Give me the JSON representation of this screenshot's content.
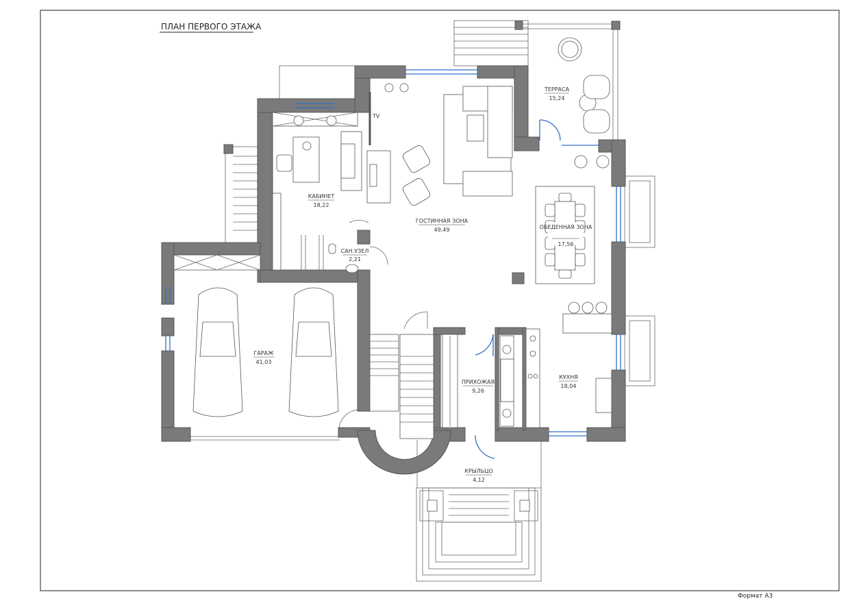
{
  "sheet": {
    "title": "ПЛАН ПЕРВОГО ЭТАЖА",
    "format": "Формат А3"
  },
  "rooms": [
    {
      "id": "terrace",
      "name": "ТЕРРАСА",
      "area": "15,24"
    },
    {
      "id": "office",
      "name": "КАБИНЕТ",
      "area": "18,22"
    },
    {
      "id": "living",
      "name": "ГОСТИННАЯ ЗОНА",
      "area": "49,49"
    },
    {
      "id": "dining",
      "name": "ОБЕДЕННАЯ ЗОНА",
      "area": "17,56"
    },
    {
      "id": "bathroom",
      "name": "САН.УЗЕЛ",
      "area": "2,21"
    },
    {
      "id": "garage",
      "name": "ГАРАЖ",
      "area": "41,03"
    },
    {
      "id": "hall",
      "name": "ПРИХОЖАЯ",
      "area": "9,26"
    },
    {
      "id": "kitchen",
      "name": "КУХНЯ",
      "area": "18,04"
    },
    {
      "id": "porch",
      "name": "КРЫЛЬЦО",
      "area": "4,12"
    }
  ],
  "labels": {
    "tv": "TV"
  },
  "colors": {
    "wall": "#7a7a7a",
    "window": "#2d6fc7",
    "line": "#666666"
  }
}
